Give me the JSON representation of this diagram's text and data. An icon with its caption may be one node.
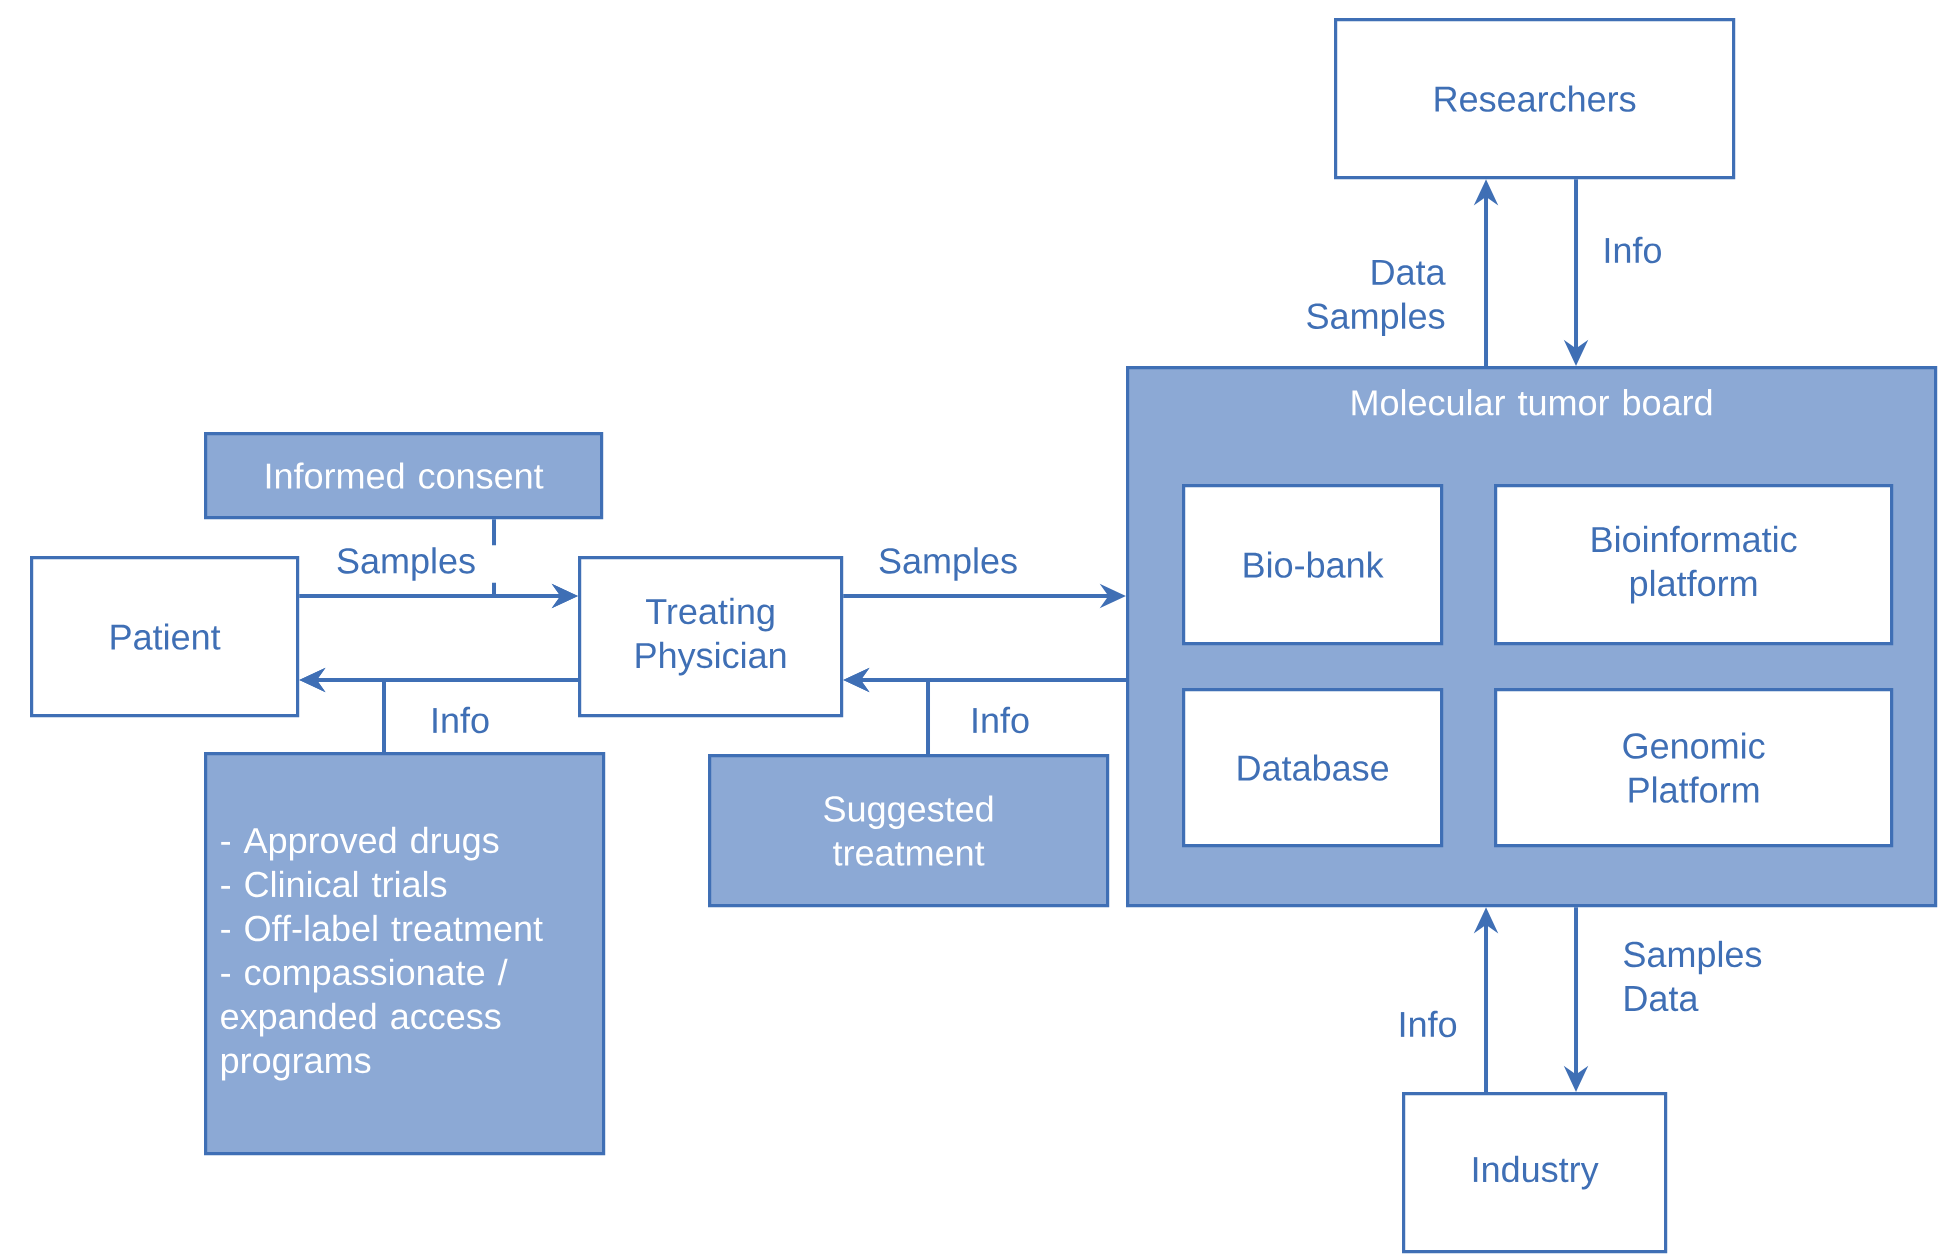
{
  "diagram": {
    "nodes": [
      {
        "text": [
          "Informed consent"
        ]
      },
      {
        "text": [
          "Patient"
        ]
      },
      {
        "text": [
          "Treating Physician"
        ]
      },
      {
        "text": [
          "- Approved drugs",
          "- Clinical trials",
          "- Off-label treatment",
          "- compassionate / expanded access programs"
        ]
      },
      {
        "text": [
          "Suggested treatment"
        ]
      },
      {
        "text": [
          "Researchers"
        ]
      },
      {
        "text": [
          "Molecular tumor board"
        ]
      },
      {
        "text": [
          "Bio-bank"
        ],
        "in": 6
      },
      {
        "text": [
          "Bioinformatic platform"
        ],
        "in": 6
      },
      {
        "text": [
          "Database"
        ],
        "in": 6
      },
      {
        "text": [
          "Genomic Platform"
        ],
        "in": 6
      },
      {
        "text": [
          "Industry"
        ]
      }
    ],
    "edges": [
      {
        "from": 1,
        "to": 2,
        "arrow": "to",
        "label": "Samples"
      },
      {
        "from": 0,
        "to": 2,
        "arrow": "to"
      },
      {
        "from": 2,
        "to": 1,
        "arrow": "to",
        "label": "Info"
      },
      {
        "from": 3,
        "to": 1,
        "arrow": "to"
      },
      {
        "from": 2,
        "to": 6,
        "arrow": "to",
        "label": "Samples"
      },
      {
        "from": 6,
        "to": 2,
        "arrow": "to",
        "label": "Info"
      },
      {
        "from": 4,
        "to": 2,
        "arrow": "to"
      },
      {
        "from": 6,
        "to": 5,
        "arrow": "to",
        "label": "Data Samples"
      },
      {
        "from": 5,
        "to": 6,
        "arrow": "to",
        "label": "Info"
      },
      {
        "from": 11,
        "to": 6,
        "arrow": "to",
        "label": "Info"
      },
      {
        "from": 6,
        "to": 11,
        "arrow": "to",
        "label": "Samples Data"
      }
    ]
  }
}
